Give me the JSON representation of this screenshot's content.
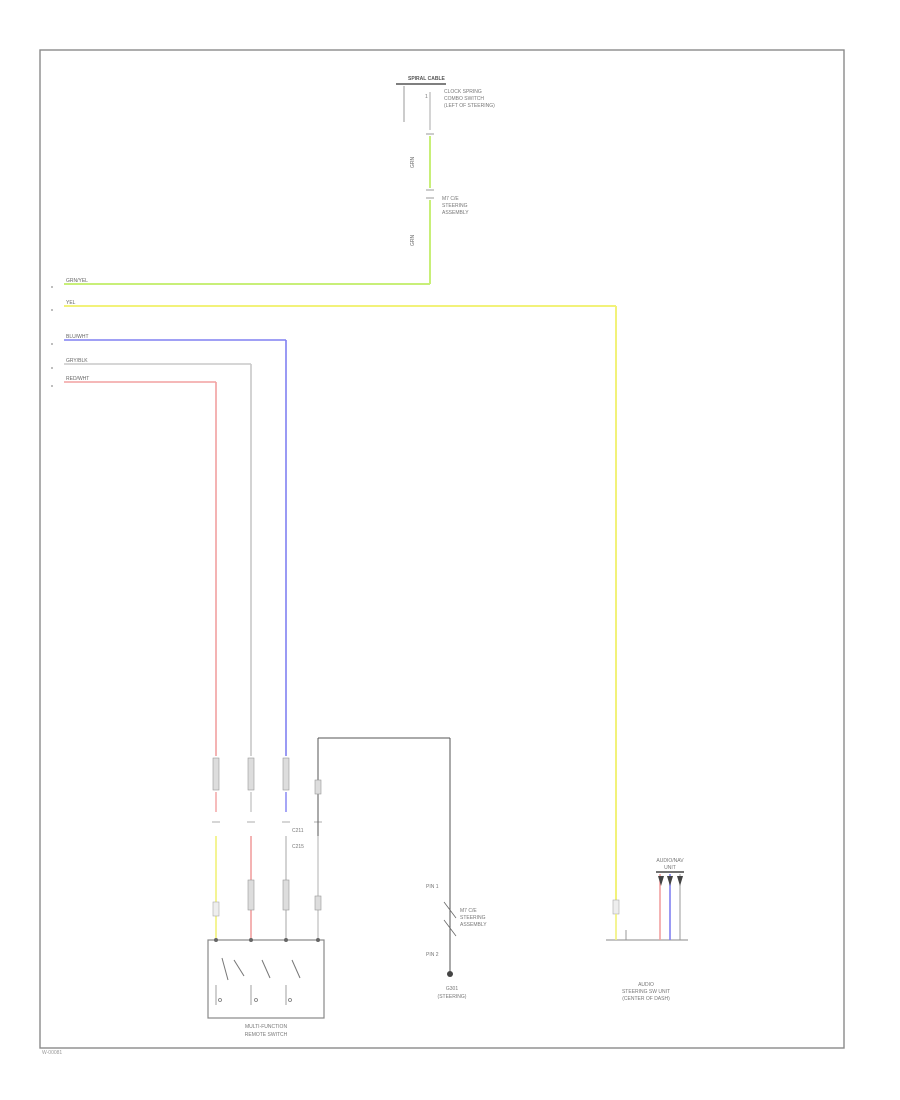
{
  "colors": {
    "green": "#c8ef78",
    "yellow": "#f2f27a",
    "blue": "#8080f2",
    "gray": "#c8c8c8",
    "red": "#f2a0a0",
    "border": "#8a8a8a",
    "text": "#777777"
  },
  "top_component": {
    "name": "SPIRAL CABLE",
    "pin": "1",
    "note_1": "CLOCK SPRING",
    "note_2": "COMBO SWITCH",
    "note_3": "(LEFT OF STEERING)"
  },
  "top_wire_tags": [
    "GRN",
    "GRN"
  ],
  "top_connector": {
    "line1": "M7 C/E",
    "line2": "STEERING",
    "line3": "ASSEMBLY"
  },
  "harness": {
    "rows": [
      {
        "id": "wire-green",
        "tag": "GRN/YEL"
      },
      {
        "id": "wire-yellow",
        "tag": "YEL"
      },
      {
        "id": "wire-blue",
        "tag": "BLU/WHT"
      },
      {
        "id": "wire-gray",
        "tag": "GRY/BLK"
      },
      {
        "id": "wire-red",
        "tag": "RED/WHT"
      }
    ]
  },
  "inline_connector_labels": [
    "C211",
    "C215"
  ],
  "switch": {
    "name_1": "MULTI-FUNCTION",
    "name_2": "REMOTE SWITCH"
  },
  "center_component": {
    "pin_top": "PIN 1",
    "pin_bottom": "PIN 2",
    "note_1": "M7 C/E",
    "note_2": "STEERING",
    "note_3": "ASSEMBLY",
    "ground_1": "G301",
    "ground_2": "(STEERING)"
  },
  "right_component": {
    "top_1": "AUDIO/NAV",
    "top_2": "UNIT",
    "bottom_1": "AUDIO",
    "bottom_2": "STEERING SW UNIT",
    "bottom_3": "(CENTER OF DASH)"
  },
  "footer": {
    "id": "W-00081"
  }
}
